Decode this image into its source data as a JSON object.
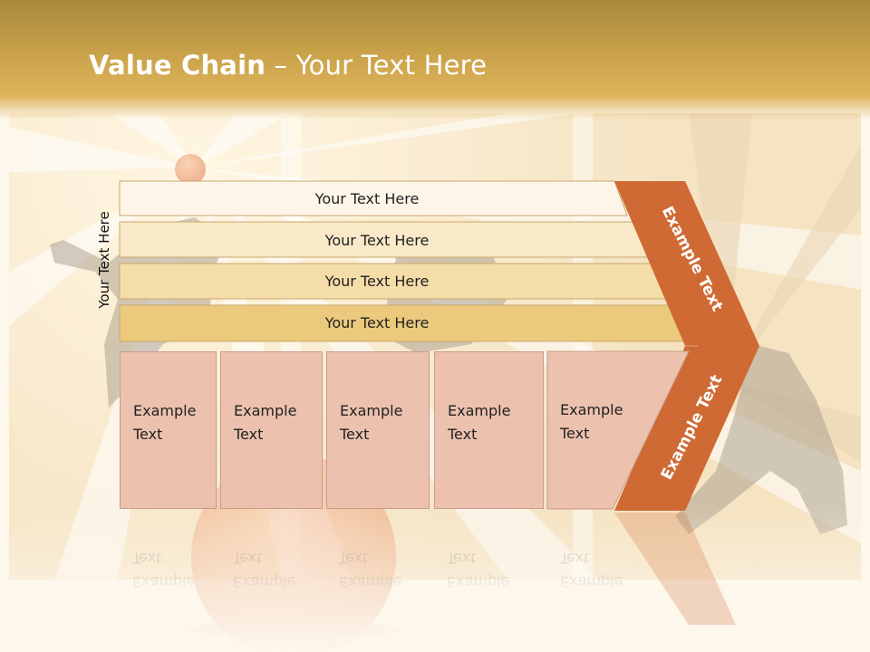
{
  "title": {
    "bold": "Value Chain",
    "rest": " – Your Text Here"
  },
  "side_label": "Your Text Here",
  "rows": [
    {
      "label": "Your Text Here"
    },
    {
      "label": "Your Text Here"
    },
    {
      "label": "Your Text Here"
    },
    {
      "label": "Your Text Here"
    }
  ],
  "boxes": [
    {
      "line1": "Example",
      "line2": "Text"
    },
    {
      "line1": "Example",
      "line2": "Text"
    },
    {
      "line1": "Example",
      "line2": "Text"
    },
    {
      "line1": "Example",
      "line2": "Text"
    },
    {
      "line1": "Example",
      "line2": "Text"
    }
  ],
  "chevron": {
    "upper_text": "Example Text",
    "lower_text": "Example Text"
  },
  "colors": {
    "header": "#c9a24a",
    "chevron": "#cf6a34",
    "box": "#ecc1ad",
    "row1": "#fdf6e8",
    "row2": "#f9e9c8",
    "row3": "#f5dda9",
    "row4": "#ebca7d"
  }
}
